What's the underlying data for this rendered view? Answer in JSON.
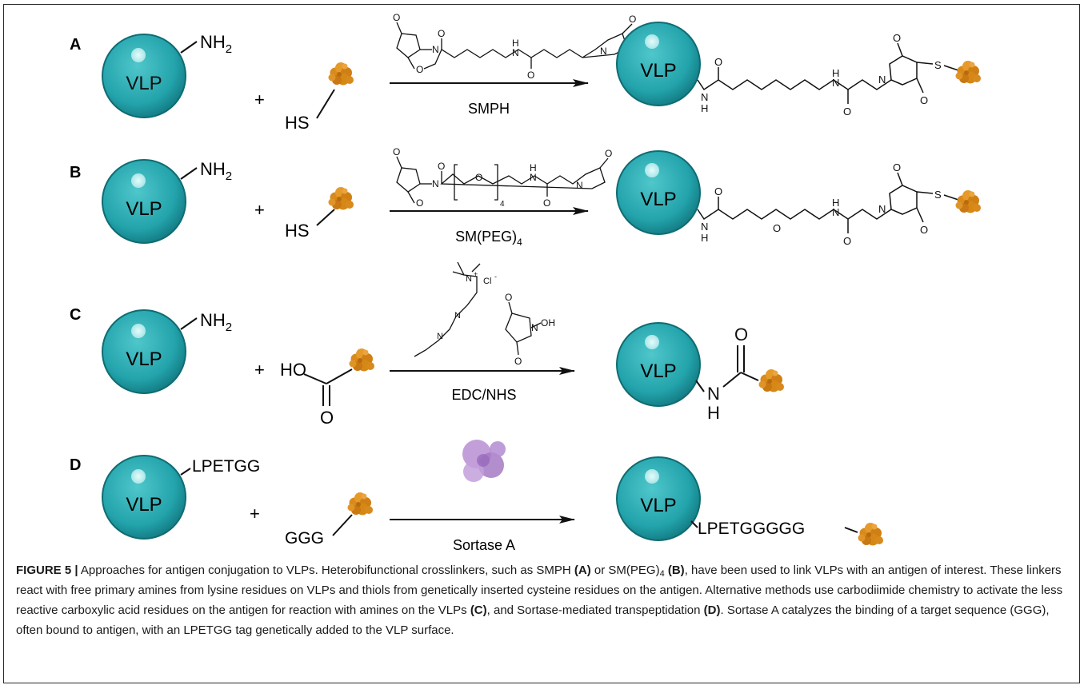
{
  "figure": {
    "panels": [
      {
        "letter": "A",
        "amine": "NH",
        "amine_sub": "2",
        "nucleophile": "HS",
        "reagent": "SMPH",
        "reagent_sub": ""
      },
      {
        "letter": "B",
        "amine": "NH",
        "amine_sub": "2",
        "nucleophile": "HS",
        "reagent": "SM(PEG)",
        "reagent_sub": "4"
      },
      {
        "letter": "C",
        "amine": "NH",
        "amine_sub": "2",
        "nucleophile": "HO",
        "reagent": "EDC/NHS",
        "reagent_sub": ""
      },
      {
        "letter": "D",
        "amine": "LPETGG",
        "amine_sub": "",
        "nucleophile": "GGG",
        "reagent": "Sortase A",
        "reagent_sub": ""
      }
    ],
    "vlp_label": "VLP",
    "plus": "+",
    "atoms": {
      "O": "O",
      "N": "N",
      "H": "H",
      "S": "S",
      "Nplus": "N",
      "plus_sign": "+",
      "Cl": "Cl",
      "minus": "-",
      "OH": "OH",
      "sub4": "4"
    },
    "product_d": "LPETGGGGG"
  },
  "caption": {
    "label": "FIGURE 5 |",
    "t1": " Approaches for antigen conjugation to VLPs. Heterobifunctional crosslinkers, such as SMPH ",
    "ra": "(A)",
    "t2": " or SM(PEG)",
    "t2sub": "4",
    "t2b": " ",
    "rb": "(B)",
    "t3": ", have been used to link VLPs with an antigen of interest. These linkers react with free primary amines from lysine residues on VLPs and thiols from genetically inserted cysteine residues on the antigen. Alternative methods use carbodiimide chemistry to activate the less reactive carboxylic acid residues on the antigen for reaction with amines on the VLPs ",
    "rc": "(C)",
    "t4": ", and Sortase-mediated transpeptidation ",
    "rd": "(D)",
    "t5": ". Sortase A catalyzes the binding of a target sequence (GGG), often bound to antigen, with an LPETGG tag genetically added to the VLP surface."
  }
}
